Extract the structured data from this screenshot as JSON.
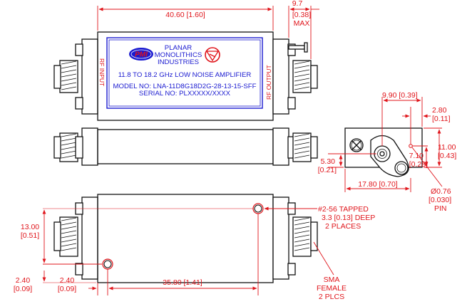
{
  "label": {
    "company": [
      "PLANAR",
      "MONOLITHICS",
      "INDUSTRIES"
    ],
    "logo_text": "PMI",
    "description": "11.8 TO 18.2 GHz LOW NOISE AMPLIFIER",
    "model": "MODEL NO: LNA-11D8G18D2G-28-13-15-SFF",
    "serial": "SERIAL NO: PLXXXXX/XXXX",
    "rf_input": "RF INPUT",
    "rf_output": "RF OUTPUT"
  },
  "dimensions": {
    "overall_length": "40.60 [1.60]",
    "max_height_1": "9.7",
    "max_height_2": "[0.38]",
    "max_height_3": "MAX",
    "side_w1": "9.90 [0.39]",
    "side_w2_1": "2.80",
    "side_w2_2": "[0.11]",
    "side_h_full_1": "11.00",
    "side_h_full_2": "[0.43]",
    "side_h_pin_1": "7.10",
    "side_h_pin_2": "[0.28]",
    "side_h_conn_1": "5.30",
    "side_h_conn_2": "[0.21]",
    "side_len": "17.80 [0.70]",
    "pin_dia_1": "Ø0.76",
    "pin_dia_2": "[0.030]",
    "pin_dia_3": "PIN",
    "hole_note_1": "#2-56 TAPPED",
    "hole_note_2": "3.3 [0.13] DEEP",
    "hole_note_3": "2 PLACES",
    "hole_vert_1": "13.00",
    "hole_vert_2": "[0.51]",
    "edge_a_1": "2.40",
    "edge_a_2": "[0.09]",
    "edge_b_1": "2.40",
    "edge_b_2": "[0.09]",
    "hole_span": "35.80 [1.41]",
    "sma_1": "SMA",
    "sma_2": "FEMALE",
    "sma_3": "2 PLCS"
  }
}
